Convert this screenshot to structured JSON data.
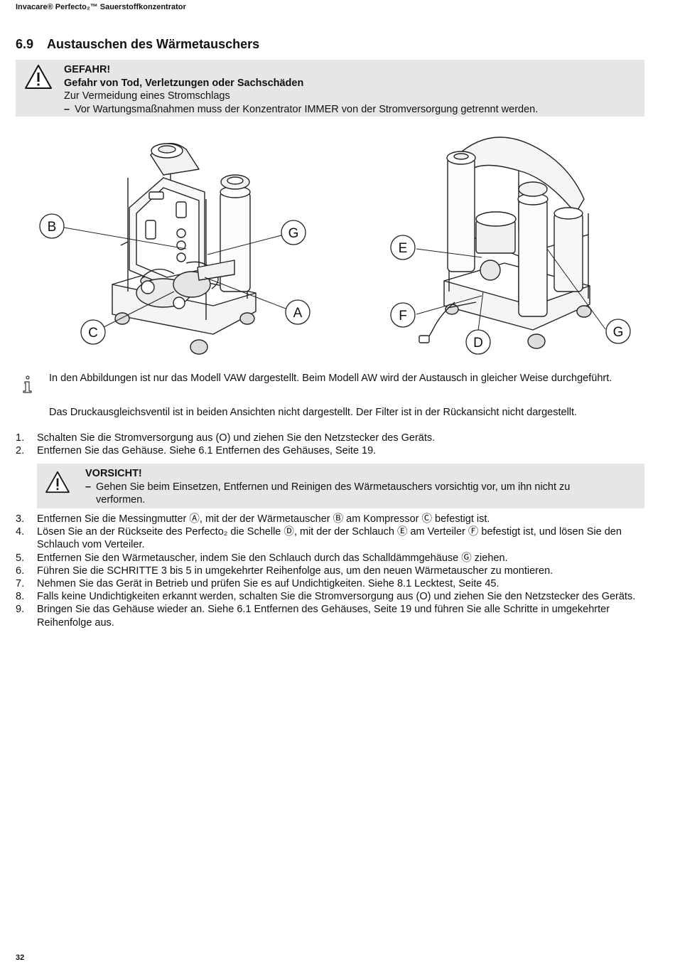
{
  "header": {
    "running_title": "Invacare® Perfecto₂™ Sauerstoffkonzentrator"
  },
  "section": {
    "number": "6.9",
    "title": "Austauschen des Wärmetauschers"
  },
  "danger": {
    "signal": "GEFAHR!",
    "heading": "Gefahr von Tod, Verletzungen oder Sachschäden",
    "line": "Zur Vermeidung eines Stromschlags",
    "dash": "–",
    "item": "Vor Wartungsmaßnahmen muss der Konzentrator IMMER von der Stromversorgung getrennt werden."
  },
  "figure": {
    "left_labels": [
      "B",
      "G",
      "A",
      "C"
    ],
    "right_labels": [
      "E",
      "F",
      "D",
      "G"
    ]
  },
  "notes": [
    "In den Abbildungen ist nur das Modell VAW dargestellt. Beim Modell AW wird der Austausch in gleicher Weise durchgeführt.",
    "Das Druckausgleichsventil ist in beiden Ansichten nicht dargestellt. Der Filter ist in der Rückansicht nicht dargestellt."
  ],
  "steps_a": [
    {
      "n": "1.",
      "text": "Schalten Sie die Stromversorgung aus (O) und ziehen Sie den Netzstecker des Geräts."
    },
    {
      "n": "2.",
      "text": "Entfernen Sie das Gehäuse. Siehe 6.1 Entfernen des Gehäuses, Seite 19."
    }
  ],
  "caution": {
    "signal": "VORSICHT!",
    "dash": "–",
    "item": "Gehen Sie beim Einsetzen, Entfernen und Reinigen des Wärmetauschers vorsichtig vor, um ihn nicht zu verformen."
  },
  "steps_b": [
    {
      "n": "3.",
      "text": "Entfernen Sie die Messingmutter Ⓐ, mit der der Wärmetauscher Ⓑ am Kompressor Ⓒ befestigt ist."
    },
    {
      "n": "4.",
      "text": "Lösen Sie an der Rückseite des Perfecto₂ die Schelle Ⓓ, mit der der Schlauch Ⓔ am Verteiler Ⓕ befestigt ist, und lösen Sie den Schlauch vom Verteiler."
    },
    {
      "n": "5.",
      "text": "Entfernen Sie den Wärmetauscher, indem Sie den Schlauch durch das Schalldämmgehäuse Ⓖ ziehen."
    },
    {
      "n": "6.",
      "text": "Führen Sie die SCHRITTE 3 bis 5 in umgekehrter Reihenfolge aus, um den neuen Wärmetauscher zu montieren."
    },
    {
      "n": "7.",
      "text": "Nehmen Sie das Gerät in Betrieb und prüfen Sie es auf Undichtigkeiten. Siehe 8.1 Lecktest, Seite 45."
    },
    {
      "n": "8.",
      "text": "Falls keine Undichtigkeiten erkannt werden, schalten Sie die Stromversorgung aus (O) und ziehen Sie den Netzstecker des Geräts."
    },
    {
      "n": "9.",
      "text": "Bringen Sie das Gehäuse wieder an. Siehe 6.1 Entfernen des Gehäuses, Seite 19 und führen Sie alle Schritte in umgekehrter Reihenfolge aus."
    }
  ],
  "footer": {
    "page_number": "32"
  }
}
